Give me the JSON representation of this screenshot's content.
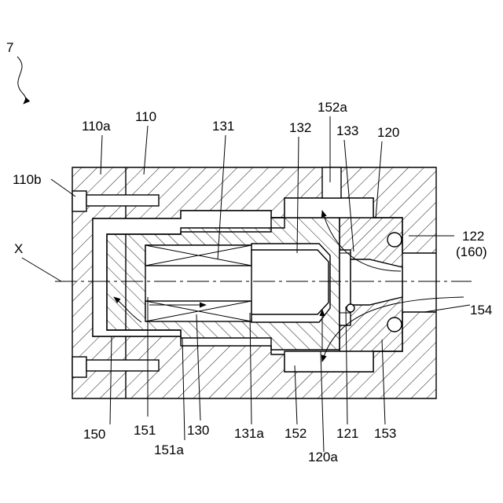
{
  "figure": {
    "ref_main": "7",
    "axis_label": "X",
    "labels": {
      "l110a": "110a",
      "l110": "110",
      "l131": "131",
      "l132": "132",
      "l152a": "152a",
      "l133": "133",
      "l120": "120",
      "l110b": "110b",
      "l122": "122",
      "l160": "(160)",
      "l154": "154",
      "l150": "150",
      "l151": "151",
      "l130": "130",
      "l131a": "131a",
      "l152": "152",
      "l121": "121",
      "l153": "153",
      "l151a": "151a",
      "l120a": "120a"
    }
  }
}
